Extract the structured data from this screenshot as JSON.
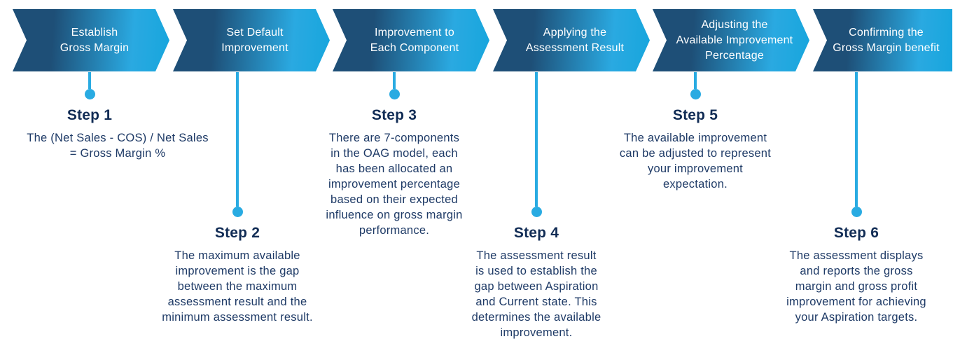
{
  "diagram": {
    "colors": {
      "chevron_dark": "#1e4f77",
      "chevron_light": "#29a9e1",
      "connector_blue": "#29abe2",
      "step_title": "#112c55",
      "body_text": "#1e3a66"
    },
    "chevrons": [
      {
        "label": "Establish\nGross Margin"
      },
      {
        "label": "Set Default\nImprovement"
      },
      {
        "label": "Improvement to\nEach Component"
      },
      {
        "label": "Applying the\nAssessment Result"
      },
      {
        "label": "Adjusting the\nAvailable Improvement\nPercentage"
      },
      {
        "label": "Confirming the\nGross Margin benefit"
      }
    ],
    "steps": [
      {
        "title": "Step 1",
        "description": "The (Net Sales - COS) / Net Sales\n= Gross Margin %"
      },
      {
        "title": "Step 2",
        "description": "The maximum available\nimprovement is the gap\nbetween the maximum\nassessment result and the\nminimum assessment result."
      },
      {
        "title": "Step 3",
        "description": "There are 7-components\nin the OAG model, each\nhas been allocated an\nimprovement percentage\nbased on their expected\ninfluence on gross margin\nperformance."
      },
      {
        "title": "Step 4",
        "description": "The assessment result\nis used to establish the\ngap between Aspiration\nand Current state. This\ndetermines the available\nimprovement."
      },
      {
        "title": "Step 5",
        "description": "The available improvement\ncan be adjusted to represent\nyour improvement\nexpectation."
      },
      {
        "title": "Step 6",
        "description": "The assessment displays\nand reports the gross\nmargin and gross profit\nimprovement for achieving\nyour Aspiration targets."
      }
    ]
  }
}
